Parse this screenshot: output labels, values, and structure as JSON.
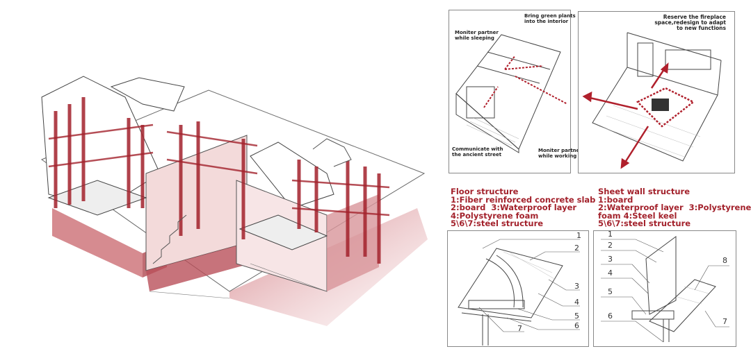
{
  "main_axonometric": {
    "colors": {
      "accent": "#a3222c",
      "tint": "#e8b8bc",
      "line": "#333333"
    }
  },
  "circulation_panel": {
    "notes": {
      "plants": "Bring green plants\ninto the interior",
      "sleeping": "Moniter partner\nwhile sleeping",
      "street": "Communicate with\nthe ancient street",
      "working": "Moniter partne\nwhile working"
    }
  },
  "fireplace_panel": {
    "note": "Reserve the fireplace\nspace,redesign to adapt\nto new functions"
  },
  "floor_structure": {
    "caption": "Floor structure\n1:Fiber reinforced concrete slab\n2:board  3:Waterproof layer\n4:Polystyrene foam\n5\\6\\7:steel structure",
    "labels": [
      "1",
      "2",
      "3",
      "4",
      "5",
      "6",
      "7"
    ]
  },
  "wall_structure": {
    "caption": "Sheet wall structure\n1:board\n2:Waterproof layer  3:Polystyrene\nfoam 4:Steel keel\n5\\6\\7:steel structure",
    "labels": [
      "1",
      "2",
      "3",
      "4",
      "5",
      "6",
      "7",
      "8"
    ]
  }
}
